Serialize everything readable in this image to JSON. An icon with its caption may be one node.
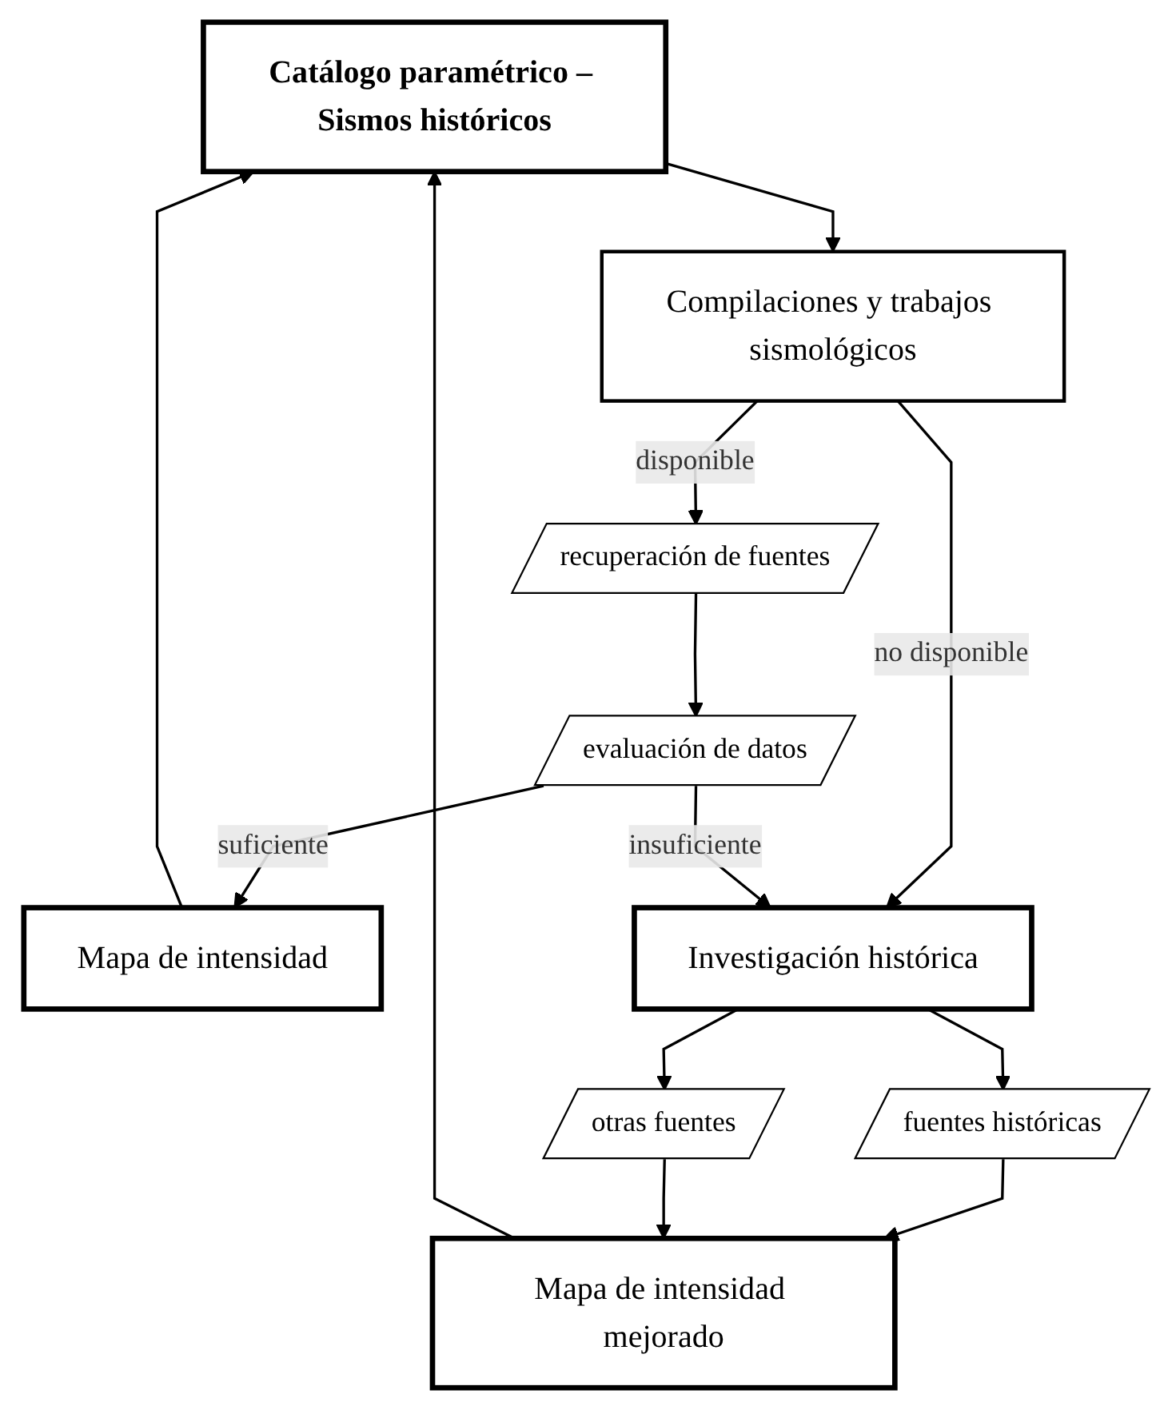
{
  "diagram": {
    "nodes": [
      {
        "text": [
          "Catálogo paramétrico – Sismos históricos"
        ]
      },
      {
        "text": [
          "Compilaciones y trabajos sismológicos"
        ]
      },
      {
        "text": [
          "recuperación de fuentes"
        ]
      },
      {
        "text": [
          "evaluación de datos"
        ]
      },
      {
        "text": [
          "Mapa de intensidad"
        ]
      },
      {
        "text": [
          "Investigación histórica"
        ]
      },
      {
        "text": [
          "fuentes históricas"
        ]
      },
      {
        "text": [
          "otras fuentes"
        ]
      },
      {
        "text": [
          "Mapa de intensidad mejorado"
        ]
      }
    ],
    "edges": [
      {
        "from": 0,
        "to": 1,
        "arrow": "to"
      },
      {
        "from": 1,
        "to": 2,
        "arrow": "to",
        "label": "disponible"
      },
      {
        "from": 1,
        "to": 5,
        "arrow": "to",
        "label": "no disponible"
      },
      {
        "from": 2,
        "to": 3,
        "arrow": "to"
      },
      {
        "from": 3,
        "to": 4,
        "arrow": "to",
        "label": "suficiente"
      },
      {
        "from": 3,
        "to": 5,
        "arrow": "to",
        "label": "insuficiente"
      },
      {
        "from": 4,
        "to": 0,
        "arrow": "to"
      },
      {
        "from": 5,
        "to": 6,
        "arrow": "to"
      },
      {
        "from": 5,
        "to": 7,
        "arrow": "to"
      },
      {
        "from": 6,
        "to": 8,
        "arrow": "to"
      },
      {
        "from": 7,
        "to": 8,
        "arrow": "to"
      },
      {
        "from": 8,
        "to": 0,
        "arrow": "to"
      }
    ]
  }
}
